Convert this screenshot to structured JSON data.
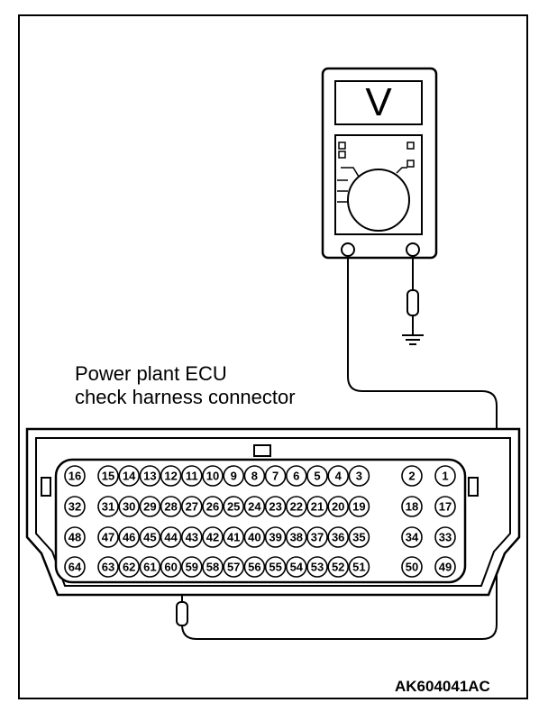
{
  "diagram": {
    "connector_title_line1": "Power plant ECU",
    "connector_title_line2": "check harness connector",
    "figure_id": "AK604041AC",
    "meter_display": "V",
    "probe_pin": "60",
    "connector_rows": [
      [
        "16",
        "15",
        "14",
        "13",
        "12",
        "11",
        "10",
        "9",
        "8",
        "7",
        "6",
        "5",
        "4",
        "3",
        "2",
        "1"
      ],
      [
        "32",
        "31",
        "30",
        "29",
        "28",
        "27",
        "26",
        "25",
        "24",
        "23",
        "22",
        "21",
        "20",
        "19",
        "18",
        "17"
      ],
      [
        "48",
        "47",
        "46",
        "45",
        "44",
        "43",
        "42",
        "41",
        "40",
        "39",
        "38",
        "37",
        "36",
        "35",
        "34",
        "33"
      ],
      [
        "64",
        "63",
        "62",
        "61",
        "60",
        "59",
        "58",
        "57",
        "56",
        "55",
        "54",
        "53",
        "52",
        "51",
        "50",
        "49"
      ]
    ]
  }
}
